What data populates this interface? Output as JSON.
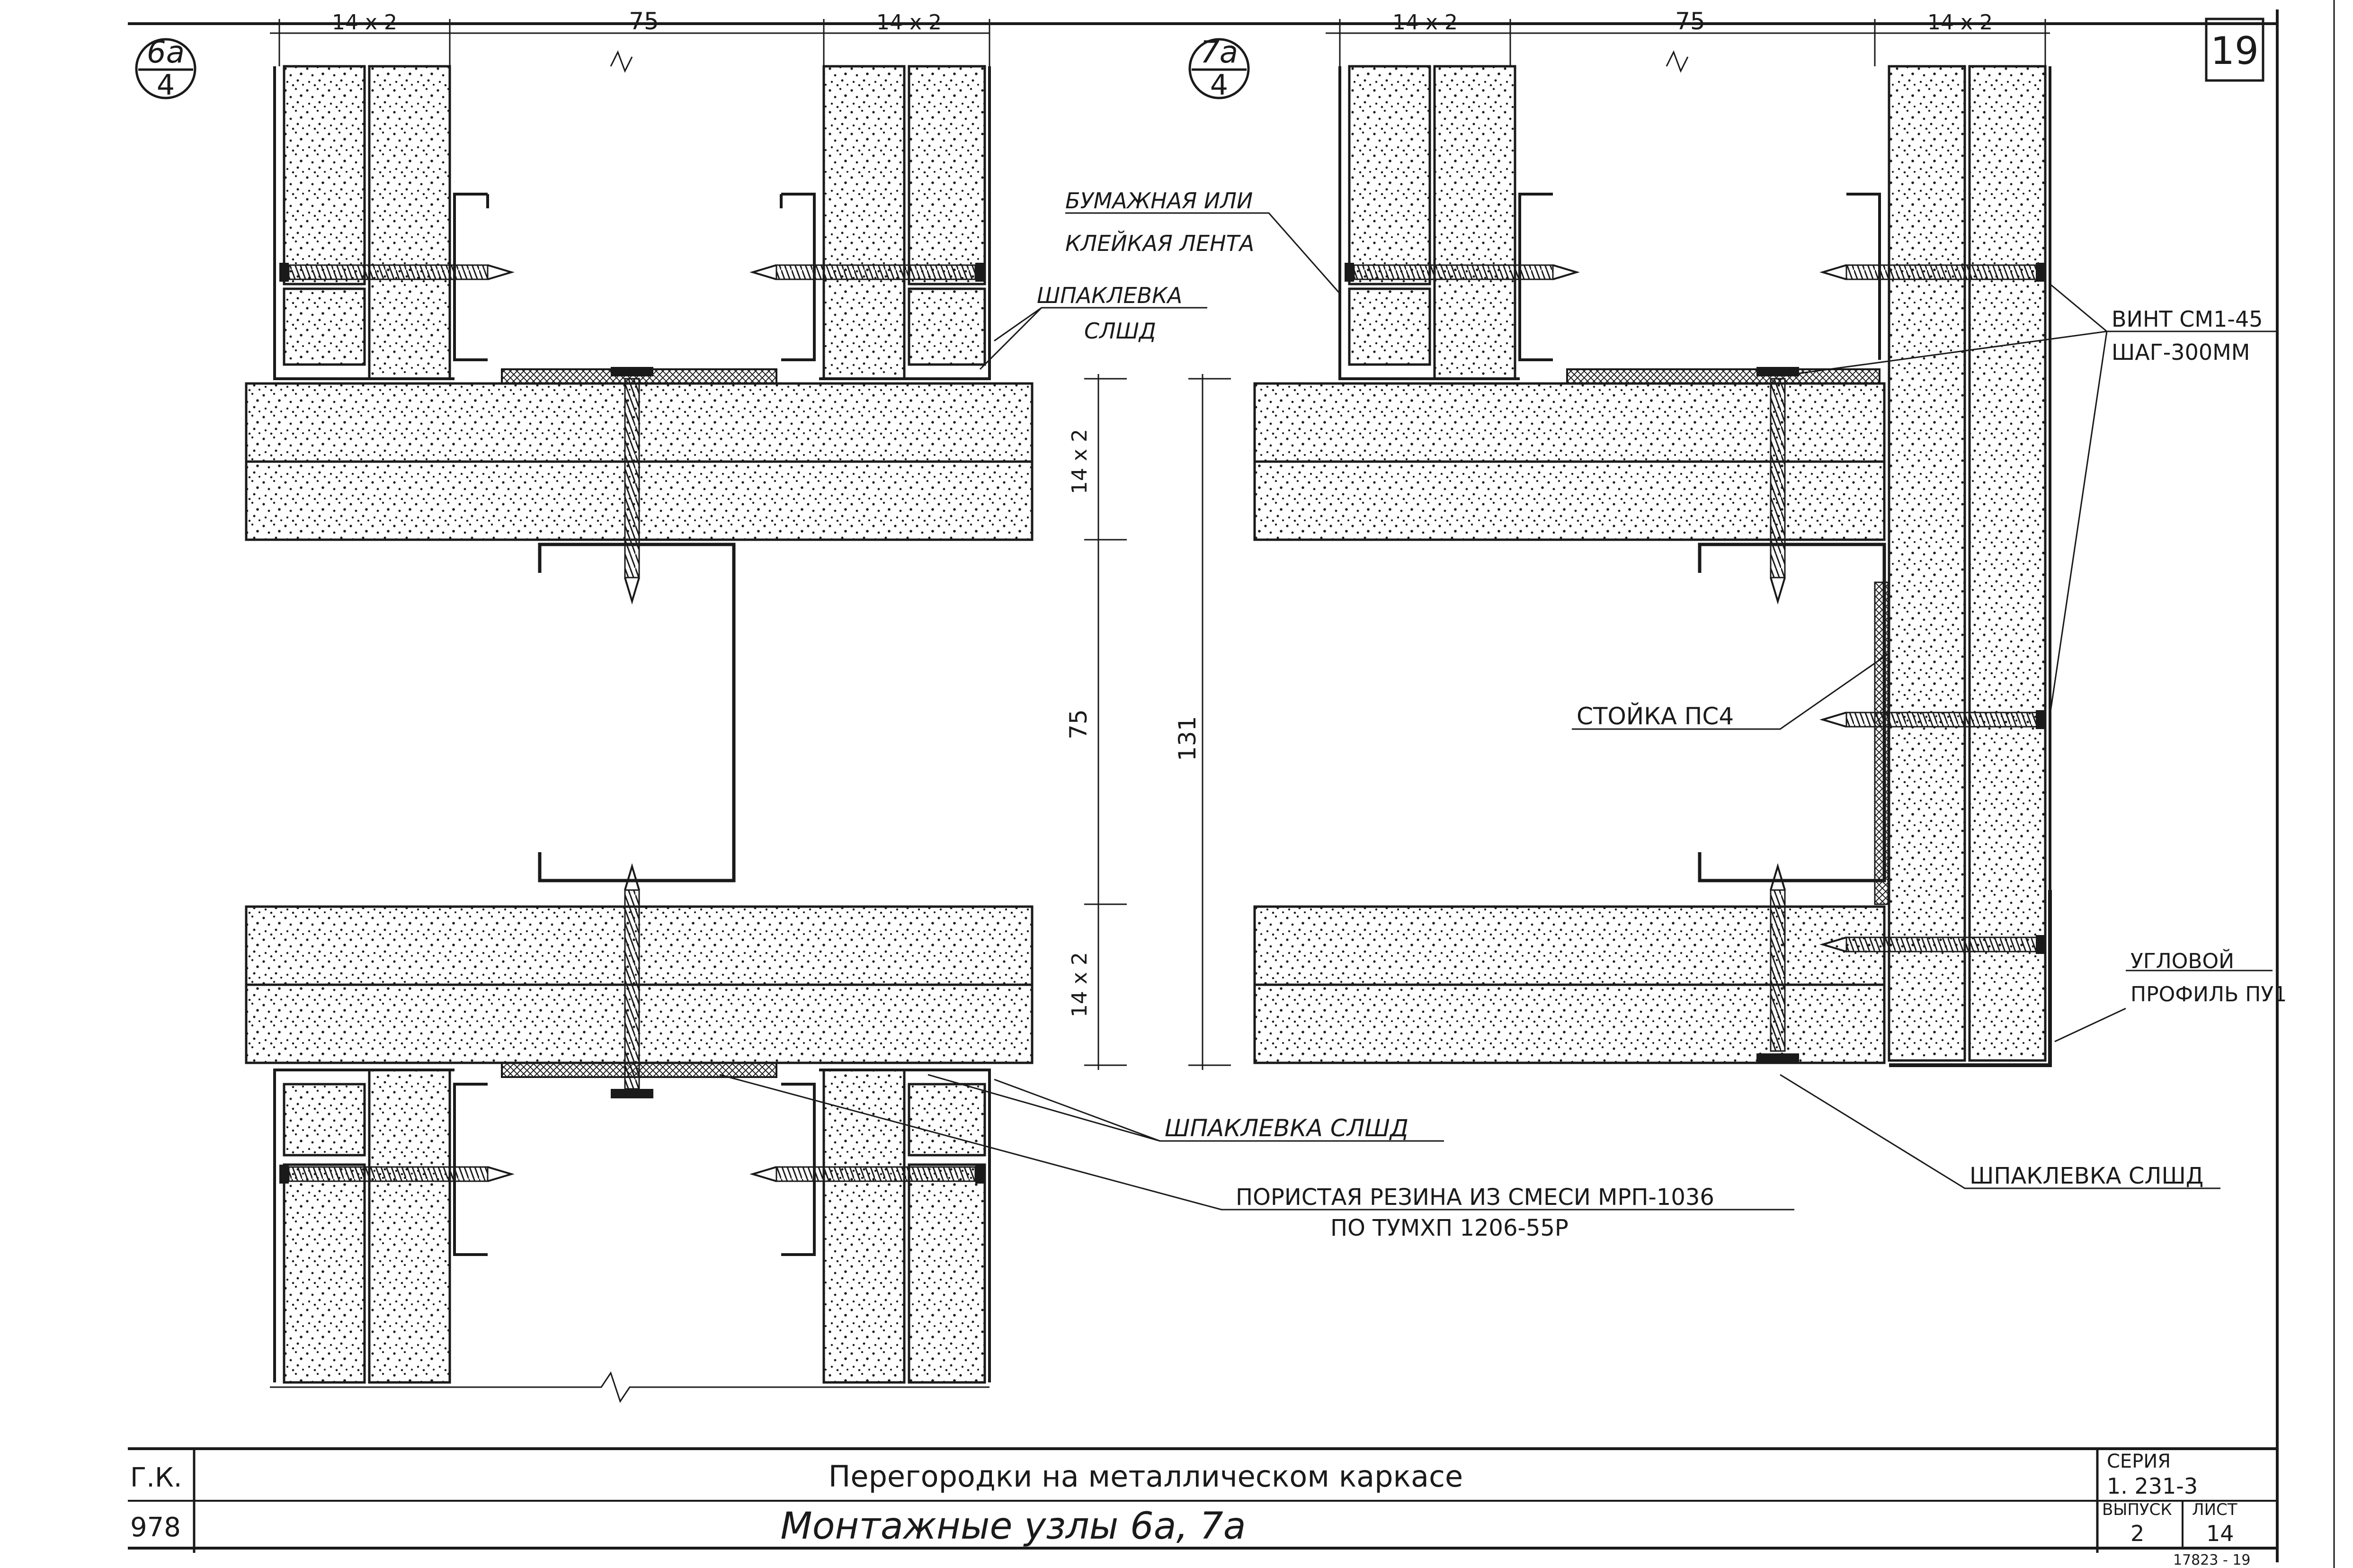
{
  "sheet": {
    "page_number": "19",
    "series_label": "СЕРИЯ",
    "series_value": "1. 231-3",
    "issue_label": "ВЫПУСК",
    "issue_value": "2",
    "sheet_label": "ЛИСТ",
    "sheet_value": "14",
    "title_main": "Перегородки на металлическом каркасе",
    "title_sub": "Монтажные узлы 6а, 7а",
    "side_code_top": "Г.К.",
    "side_code_bottom": "978",
    "archive_mark": "17823 - 19"
  },
  "node_6a": {
    "number": "6а",
    "sheet": "4"
  },
  "node_7a": {
    "number": "7а",
    "sheet": "4"
  },
  "dimensions": {
    "top_left_1": "14 x 2",
    "top_mid_1": "75",
    "top_right_1": "14 x 2",
    "top_left_2": "14 x 2",
    "top_mid_2": "75",
    "top_right_2": "14 x 2",
    "vert_top": "14 x 2",
    "vert_mid": "75",
    "vert_bottom": "14 x 2",
    "vert_total": "131"
  },
  "callouts": {
    "tape_line1": "БУМАЖНАЯ ИЛИ",
    "tape_line2": "КЛЕЙКАЯ ЛЕНТА",
    "putty_top_line1": "ШПАКЛЕВКА",
    "putty_top_line2": "СЛШД",
    "screw_line1": "ВИНТ СМ1-45",
    "screw_line2": "ШАГ-300ММ",
    "stud": "СТОЙКА ПС4",
    "corner_line1": "УГЛОВОЙ",
    "corner_line2": "ПРОФИЛЬ ПУ1",
    "putty_bottom_left": "ШПАКЛЕВКА СЛШД",
    "putty_bottom_right": "ШПАКЛЕВКА СЛШД",
    "rubber_line1": "ПОРИСТАЯ РЕЗИНА ИЗ СМЕСИ МРП-1036",
    "rubber_line2": "ПО ТУМХП 1206-55Р"
  },
  "colors": {
    "ink": "#1a1a1a",
    "paper": "#ffffff"
  }
}
